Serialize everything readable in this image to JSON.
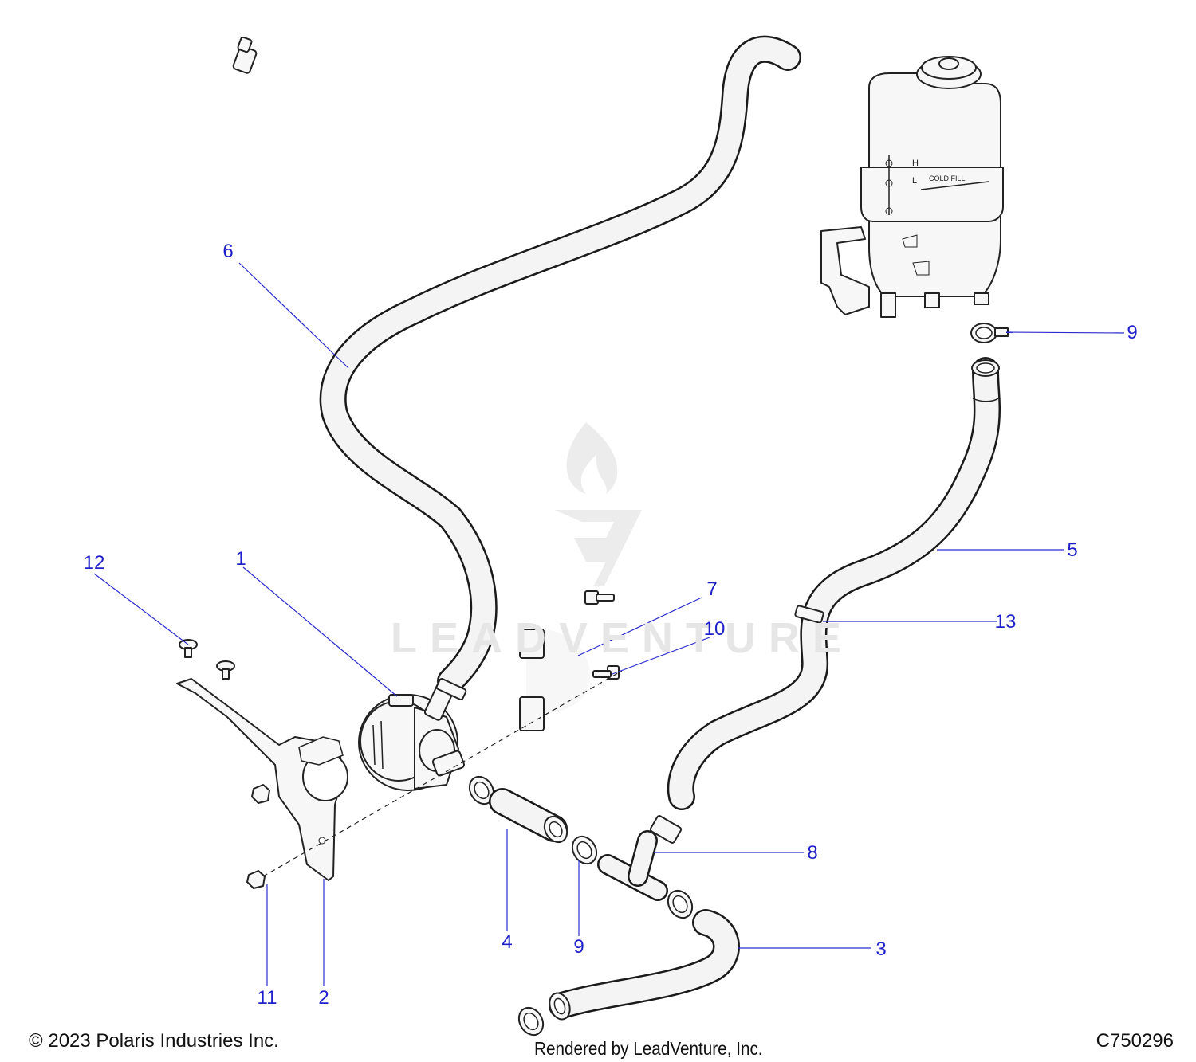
{
  "callouts": [
    {
      "id": "1",
      "label": "1"
    },
    {
      "id": "2",
      "label": "2"
    },
    {
      "id": "3",
      "label": "3"
    },
    {
      "id": "4",
      "label": "4"
    },
    {
      "id": "5",
      "label": "5"
    },
    {
      "id": "6",
      "label": "6"
    },
    {
      "id": "7",
      "label": "7"
    },
    {
      "id": "8",
      "label": "8"
    },
    {
      "id": "9a",
      "label": "9"
    },
    {
      "id": "9b",
      "label": "9"
    },
    {
      "id": "10",
      "label": "10"
    },
    {
      "id": "11",
      "label": "11"
    },
    {
      "id": "12",
      "label": "12"
    },
    {
      "id": "13",
      "label": "13"
    }
  ],
  "reservoir_marks": {
    "high": "H",
    "low": "L",
    "fill": "COLD FILL"
  },
  "watermark": "LEADVENTURE",
  "footer": {
    "copyright": "© 2023 Polaris Industries Inc.",
    "rendered_by": "Rendered by LeadVenture, Inc.",
    "diagram_code": "C750296"
  },
  "colors": {
    "callout": "#2020c8",
    "line_art": "#222222",
    "watermark": "#e6e6e6"
  }
}
